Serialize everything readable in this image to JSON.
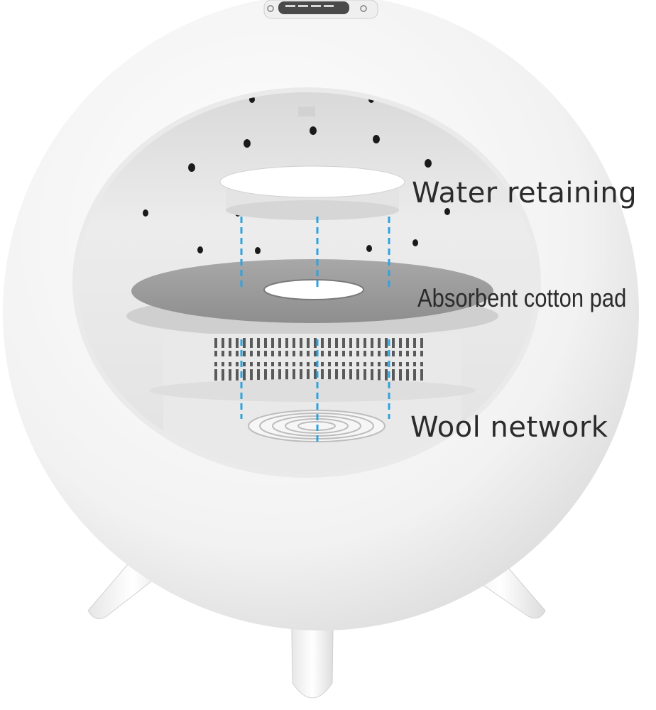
{
  "labels": {
    "water_retaining": "Water retaining",
    "absorbent_cotton_pad": "Absorbent cotton pad",
    "wool_network": "Wool network"
  },
  "colors": {
    "body": "#f4f4f4",
    "interior": "#e6e6e6",
    "cotton_pad": "#9c9c9c",
    "guide_lines": "#2fa3e0",
    "label_text": "#2b2b2b",
    "display": "#4a4a4a"
  },
  "icons": {
    "power": "power-icon",
    "mode": "mode-icon"
  }
}
